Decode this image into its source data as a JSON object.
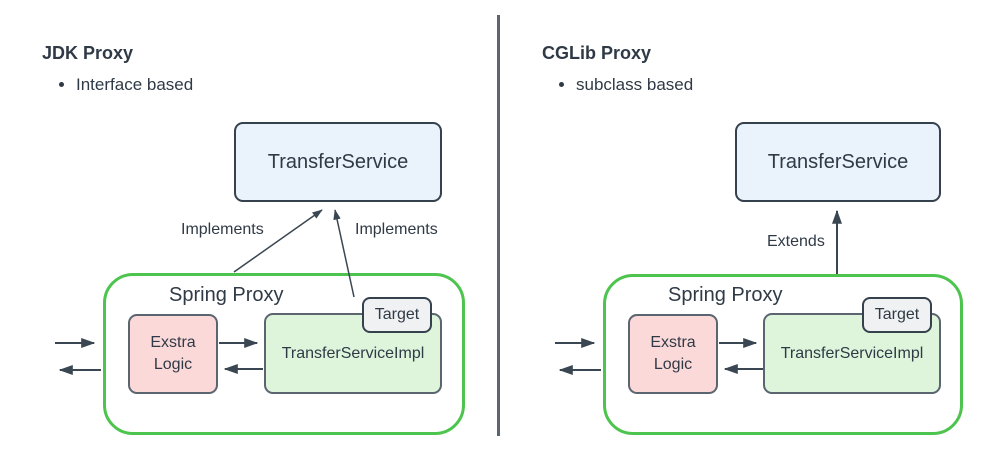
{
  "left": {
    "title": "JDK Proxy",
    "bullet": "Interface based",
    "interface_box_label": "TransferService",
    "container_label": "Spring Proxy",
    "extra_logic_label": "Exstra Logic",
    "impl_label": "TransferServiceImpl",
    "target_label": "Target",
    "arrow_label_proxy": "Implements",
    "arrow_label_target": "Implements"
  },
  "right": {
    "title": "CGLib Proxy",
    "bullet": "subclass based",
    "interface_box_label": "TransferService",
    "container_label": "Spring Proxy",
    "extra_logic_label": "Exstra Logic",
    "impl_label": "TransferServiceImpl",
    "target_label": "Target",
    "arrow_label_extends": "Extends"
  },
  "colors": {
    "text": "#2f3a46",
    "line": "#3a4651",
    "blue_fill": "#eaf2fb",
    "dark_border": "#36414e",
    "pink_fill": "#fcd9d9",
    "green_fill": "#def5dc",
    "gray_border": "#5a6570",
    "target_fill": "#eff1f2",
    "container_green": "#4dc44d",
    "divider": "#5b6570"
  }
}
